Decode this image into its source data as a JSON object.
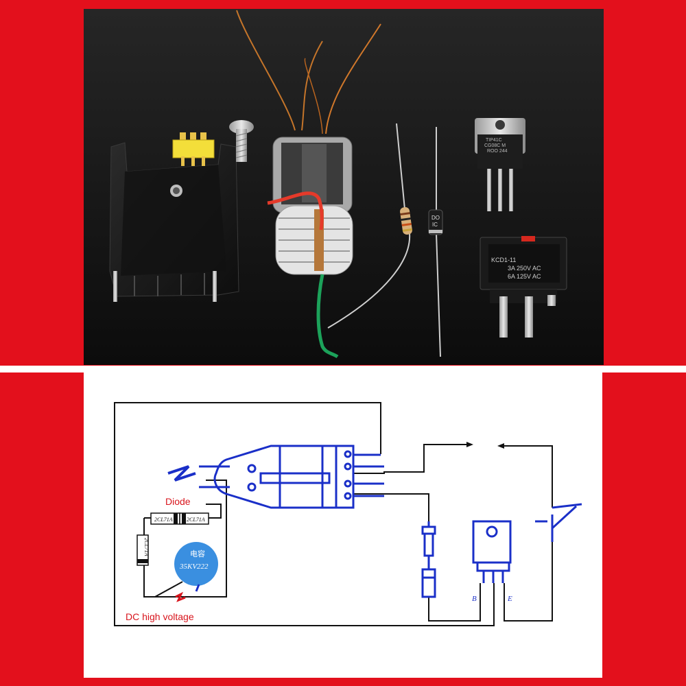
{
  "photo": {
    "components": [
      "heatsink",
      "header-pins",
      "screw",
      "ignition-coil",
      "resistor",
      "diode",
      "transistor",
      "rocker-switch"
    ],
    "transistor_marking": [
      "TIP41C",
      "CG08C M",
      "ROO 244"
    ],
    "switch_marking": [
      "KCD1-11",
      "3A 250V AC",
      "6A 125V AC"
    ],
    "diode_marking": [
      "DO",
      "IC"
    ]
  },
  "diagram": {
    "labels": {
      "diode": "Diode",
      "dc_high_voltage": "DC high voltage",
      "capacitor_chinese": "电容",
      "capacitor_value": "35KV222",
      "diode_part_1": "2CL71A",
      "diode_part_2": "2CL71A",
      "diode_part_3": "2CL71A",
      "transistor_b": "B",
      "transistor_e": "E"
    }
  },
  "colors": {
    "frame_red": "#e3101c",
    "photo_bg": "#1b1b1b",
    "diagram_blue": "#1a2fc8",
    "label_red": "#d8141c",
    "wire_black": "#111111"
  }
}
